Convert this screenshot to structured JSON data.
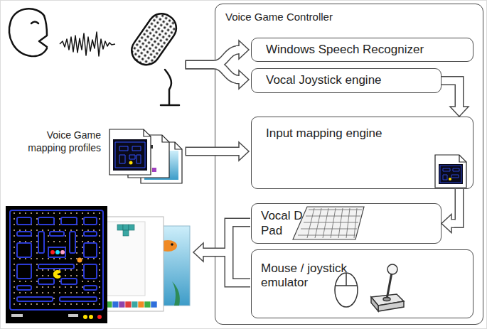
{
  "diagram": {
    "nodes": [
      {
        "text": [
          "Voice Game Controller"
        ]
      },
      {
        "text": [
          "Windows Speech Recognizer"
        ],
        "in": 0
      },
      {
        "text": [
          "Vocal Joystick engine"
        ],
        "in": 0
      },
      {
        "text": [
          "Input mapping engine"
        ],
        "in": 0
      },
      {
        "text": [
          "Vocal D-Pad"
        ],
        "in": 0
      },
      {
        "text": [
          "Mouse / joystick emulator"
        ],
        "in": 0
      }
    ],
    "edges": [
      {
        "from": 2,
        "to": 3,
        "arrow": "to"
      },
      {
        "from": 3,
        "to": 4,
        "arrow": "to"
      }
    ],
    "labels": [
      "Voice Game mapping profiles"
    ]
  }
}
